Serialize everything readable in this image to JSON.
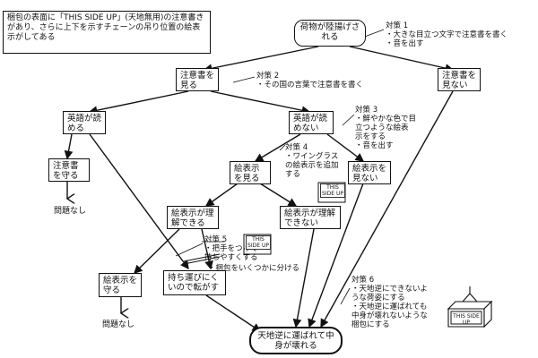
{
  "intro_note": "梱包の表面に「THIS SIDE UP」(天地無用)の注意書きがあり、さらに上下を示すチェーンの吊り位置の絵表示がしてある",
  "nodes": {
    "start": "荷物が陸揚げされる",
    "see_warning": "注意書を見る",
    "not_see_warning": "注意書を見ない",
    "read_english": "英語が読める",
    "cannot_read_english": "英語が読めない",
    "follow_warning": "注意書を守る",
    "see_picto": "絵表示を見る",
    "not_see_picto": "絵表示を見ない",
    "understand_picto": "絵表示が理解できる",
    "not_understand_picto": "絵表示が理解できない",
    "follow_picto": "絵表示を守る",
    "hard_to_carry": "持ち運びにくいので転がす",
    "result": "天地逆に運ばれて中身が壊れる"
  },
  "outcomes": {
    "no_problem_1": "問題なし",
    "no_problem_2": "問題なし"
  },
  "measures": {
    "m1": "対策 1\n・大きな目立つ文字で注意書を書く\n・音を出す",
    "m2": "対策 2\n・その国の言葉で注意書を書く",
    "m3": "対策 3\n・鮮やかな色で目\n  立つような絵表\n  示をする\n・音を出す",
    "m4": "対策 4\n・ワイングラス\n  の絵表示を追加\n  する",
    "m5a": "対策 5\n・把手をつけて\n  持ちやすくする",
    "m5b": "・梱包をいくつかに分ける",
    "m6": "対策 6\n・天地逆にできないよ\n  うな荷姿にする\n・天地逆に運ばれても\n  中身が壊れないような\n  梱包にする"
  },
  "picto_text": {
    "this_side_up": "THIS SIDE UP"
  }
}
